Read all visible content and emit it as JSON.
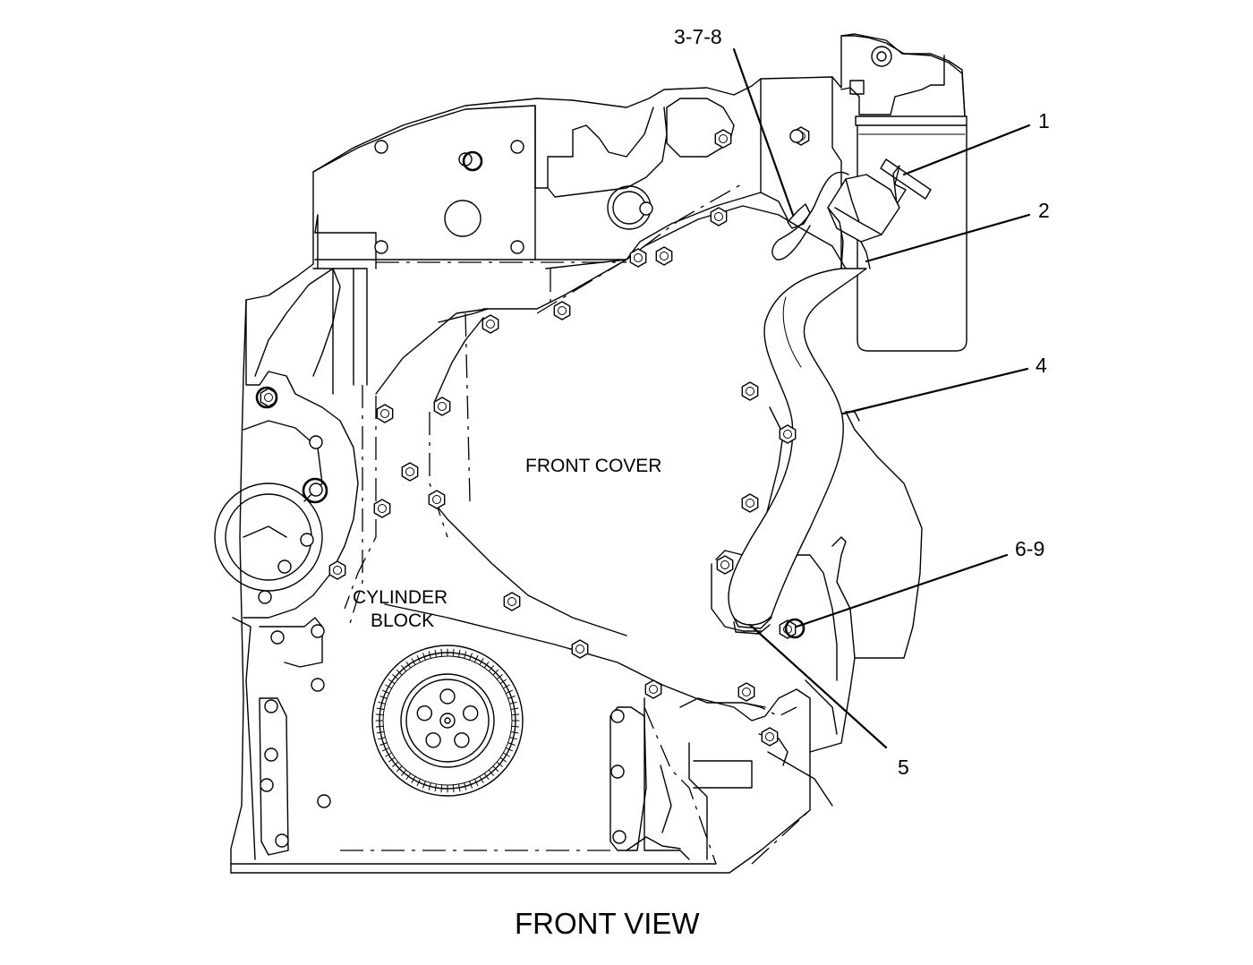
{
  "callouts": {
    "c378": "3-7-8",
    "c1": "1",
    "c2": "2",
    "c4": "4",
    "c69": "6-9",
    "c5": "5"
  },
  "labels": {
    "front_cover": "FRONT COVER",
    "cylinder_block_line1": "CYLINDER",
    "cylinder_block_line2": "BLOCK"
  },
  "caption": "FRONT VIEW"
}
